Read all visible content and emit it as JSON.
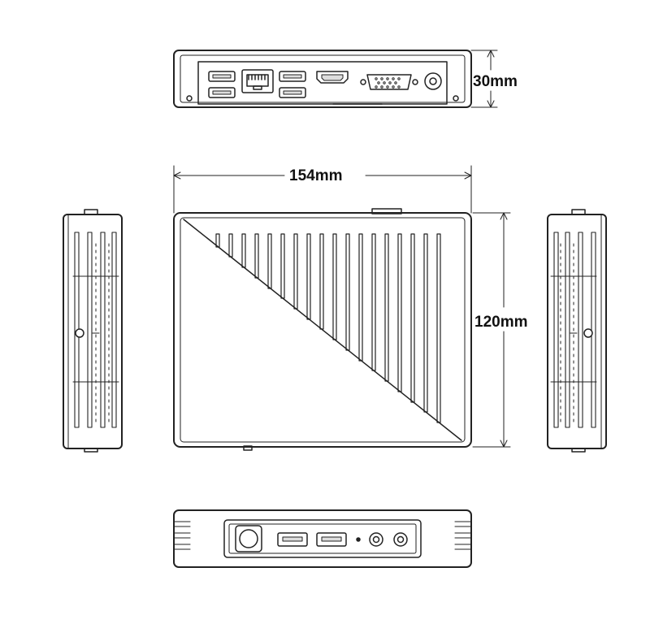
{
  "dimensions": {
    "height": "30mm",
    "width": "154mm",
    "depth": "120mm"
  },
  "views": [
    "rear-view",
    "top-view",
    "left-side-view",
    "right-side-view",
    "front-view"
  ],
  "colors": {
    "line": "#222222",
    "port_fill": "#dddddd",
    "background": "#ffffff"
  }
}
